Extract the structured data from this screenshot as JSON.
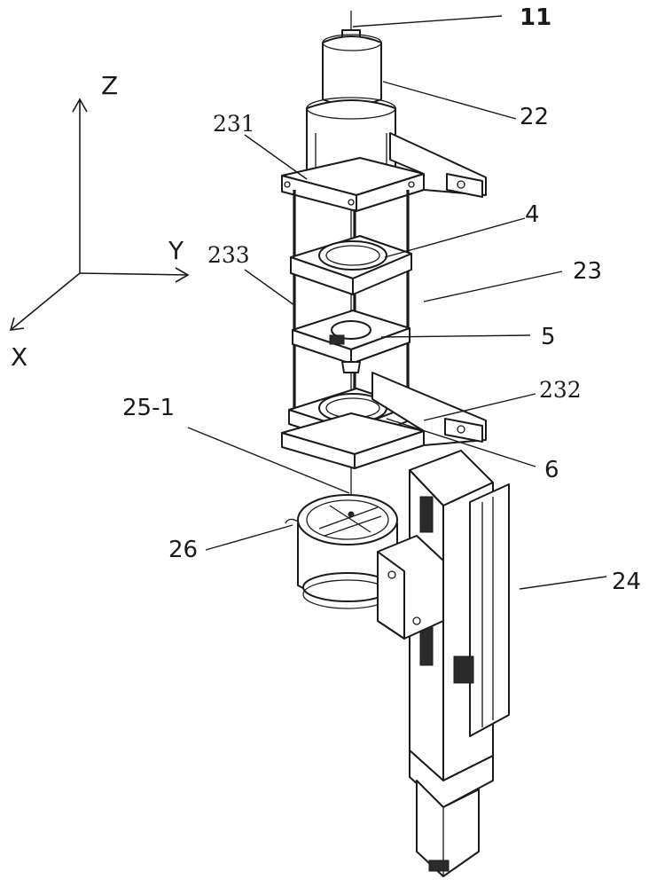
{
  "axes": {
    "z": "Z",
    "y": "Y",
    "x": "X"
  },
  "labels": {
    "l11": "11",
    "l22": "22",
    "l231": "231",
    "l4": "4",
    "l233": "233",
    "l23": "23",
    "l5": "5",
    "l232": "232",
    "l25_1": "25-1",
    "l6": "6",
    "l26": "26",
    "l24": "24"
  },
  "colors": {
    "line": "#1a1a1a",
    "background": "#ffffff"
  }
}
